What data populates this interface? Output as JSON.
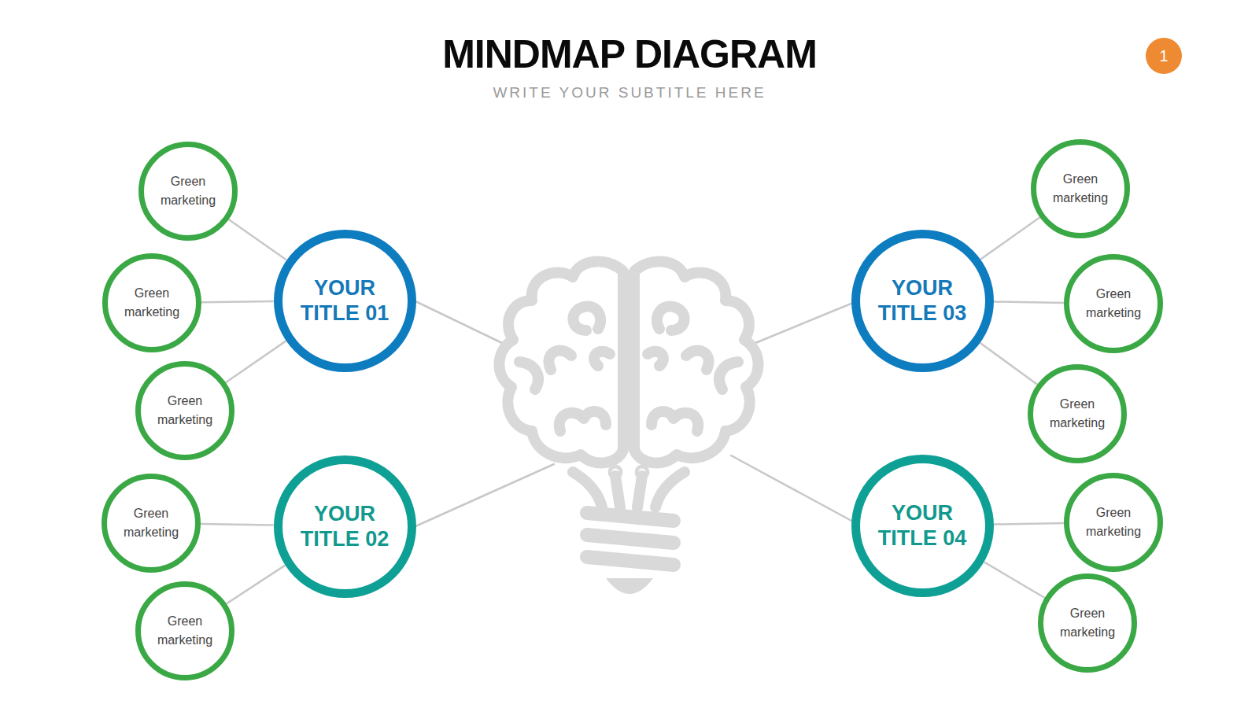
{
  "diagram": {
    "title": "MINDMAP DIAGRAM",
    "nodes": [
      {
        "text": [
          "YOUR TITLE 01"
        ]
      },
      {
        "text": [
          "Green marketing"
        ]
      },
      {
        "text": [
          "Green marketing"
        ]
      },
      {
        "text": [
          "Green marketing"
        ]
      },
      {
        "text": [
          "YOUR TITLE 02"
        ]
      },
      {
        "text": [
          "Green marketing"
        ]
      },
      {
        "text": [
          "Green marketing"
        ]
      },
      {
        "text": [
          "YOUR TITLE 03"
        ]
      },
      {
        "text": [
          "Green marketing"
        ]
      },
      {
        "text": [
          "Green marketing"
        ]
      },
      {
        "text": [
          "Green marketing"
        ]
      },
      {
        "text": [
          "YOUR TITLE 04"
        ]
      },
      {
        "text": [
          "Green marketing"
        ]
      },
      {
        "text": [
          "Green marketing"
        ]
      },
      {
        "text": [
          "1"
        ]
      }
    ],
    "edges": [
      {
        "from": 0,
        "to": 1,
        "arrow": "none"
      },
      {
        "from": 0,
        "to": 2,
        "arrow": "none"
      },
      {
        "from": 0,
        "to": 3,
        "arrow": "none"
      },
      {
        "from": 4,
        "to": 5,
        "arrow": "none"
      },
      {
        "from": 4,
        "to": 6,
        "arrow": "none"
      },
      {
        "from": 7,
        "to": 8,
        "arrow": "none"
      },
      {
        "from": 7,
        "to": 9,
        "arrow": "none"
      },
      {
        "from": 7,
        "to": 10,
        "arrow": "none"
      },
      {
        "from": 11,
        "to": 12,
        "arrow": "none"
      },
      {
        "from": 11,
        "to": 13,
        "arrow": "none"
      }
    ],
    "labels": [
      "WRITE YOUR SUBTITLE HERE"
    ]
  }
}
